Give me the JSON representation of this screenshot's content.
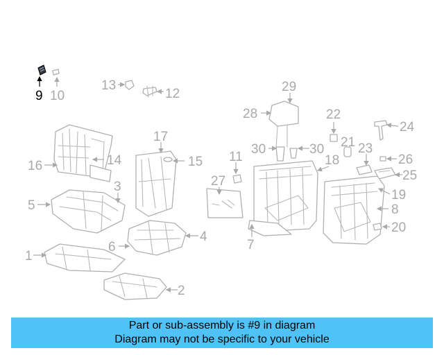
{
  "callouts": {
    "c1": "1",
    "c2": "2",
    "c3": "3",
    "c4": "4",
    "c5": "5",
    "c6": "6",
    "c7": "7",
    "c8": "8",
    "c9": "9",
    "c10": "10",
    "c11": "11",
    "c12": "12",
    "c13": "13",
    "c14": "14",
    "c15": "15",
    "c16": "16",
    "c17": "17",
    "c18": "18",
    "c19": "19",
    "c20": "20",
    "c21": "21",
    "c22": "22",
    "c23": "23",
    "c24": "24",
    "c25": "25",
    "c26": "26",
    "c27": "27",
    "c28": "28",
    "c29": "29",
    "c30a": "30",
    "c30b": "30"
  },
  "highlighted_callout": "9",
  "colors": {
    "highlight": "#000000",
    "callout": "#a9a9a9",
    "banner": "#4fc3f7"
  },
  "banner": {
    "line1": "Part or sub-assembly is #9 in diagram",
    "line2": "Diagram may not be specific to your vehicle"
  }
}
